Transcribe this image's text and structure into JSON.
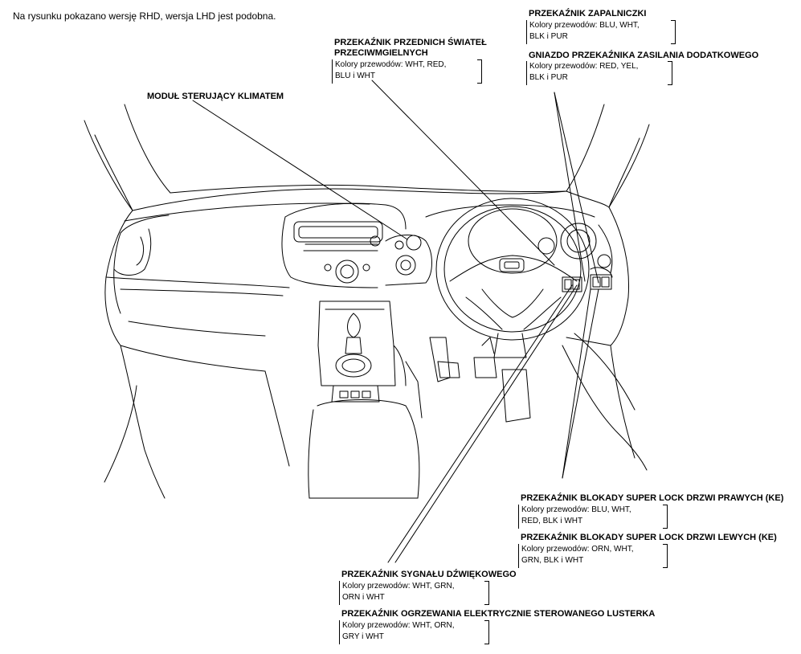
{
  "note": "Na rysunku pokazano wersję RHD, wersja LHD jest podobna.",
  "callouts": {
    "cigar_relay": {
      "title": "PRZEKAŹNIK ZAPALNICZKI",
      "lines": [
        "Kolory przewodów: BLU, WHT,",
        "BLK i PUR"
      ]
    },
    "fog_relay": {
      "title": "PRZEKAŹNIK PRZEDNICH ŚWIATEŁ",
      "title2": "PRZECIWMGIELNYCH",
      "lines": [
        "Kolory przewodów: WHT, RED,",
        "BLU i WHT"
      ]
    },
    "accessory_socket_relay": {
      "title": "GNIAZDO PRZEKAŹNIKA ZASILANIA DODATKOWEGO",
      "lines": [
        "Kolory przewodów: RED, YEL,",
        "BLK i PUR"
      ]
    },
    "climate_module": {
      "title": "MODUŁ STERUJĄCY KLIMATEM"
    },
    "superlock_right": {
      "title": "PRZEKAŹNIK BLOKADY SUPER LOCK DRZWI PRAWYCH (KE)",
      "lines": [
        "Kolory przewodów: BLU, WHT,",
        "RED, BLK i WHT"
      ]
    },
    "superlock_left": {
      "title": "PRZEKAŹNIK BLOKADY SUPER LOCK DRZWI LEWYCH (KE)",
      "lines": [
        "Kolory przewodów: ORN, WHT,",
        "GRN, BLK i WHT"
      ]
    },
    "horn_relay": {
      "title": "PRZEKAŹNIK SYGNAŁU DŹWIĘKOWEGO",
      "lines": [
        "Kolory przewodów: WHT, GRN,",
        "ORN i WHT"
      ]
    },
    "mirror_heater_relay": {
      "title": "PRZEKAŹNIK OGRZEWANIA ELEKTRYCZNIE STEROWANEGO LUSTERKA",
      "lines": [
        "Kolory przewodów: WHT, ORN,",
        "GRY i WHT"
      ]
    }
  }
}
